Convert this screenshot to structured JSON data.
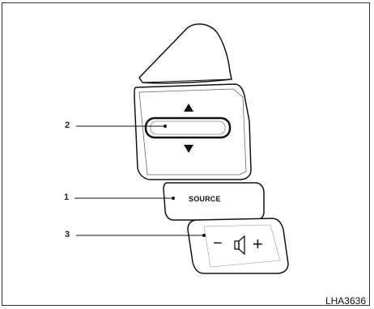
{
  "figure": {
    "code": "LHA3636",
    "callouts": [
      {
        "id": "1",
        "label": "1"
      },
      {
        "id": "2",
        "label": "2"
      },
      {
        "id": "3",
        "label": "3"
      }
    ],
    "source_button_label": "SOURCE",
    "volume_minus": "−",
    "volume_plus": "+"
  }
}
